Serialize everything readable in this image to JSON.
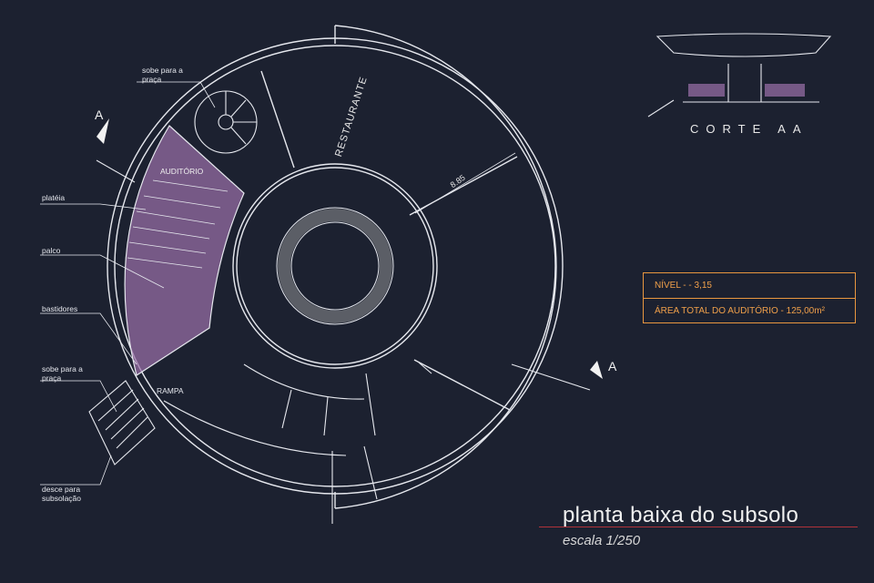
{
  "drawing": {
    "title": "planta baixa do subsolo",
    "scale": "escala 1/250",
    "section_mark": "A",
    "section_title": "CORTE AA"
  },
  "rooms": {
    "restaurant": "RESTAURANTE",
    "auditorium": "AUDITÓRIO",
    "ramp": "RAMPA"
  },
  "dimension": "8.85",
  "labels": {
    "sobe_top": "sobe para a praça",
    "plateia": "platéia",
    "palco": "palco",
    "bastidores": "bastidores",
    "sobe_bottom": "sobe para a praça",
    "desce": "desce para subsolação"
  },
  "info": {
    "nivel": "NÍVEL  -   - 3,15",
    "area": "ÁREA TOTAL DO AUDITÓRIO - 125,00m²"
  },
  "colors": {
    "background": "#1c2130",
    "lines": "#e6e8ee",
    "auditorium_fill": "#9a6fa8",
    "accent_orange": "#e8963f",
    "title_underline": "#b0323a"
  }
}
